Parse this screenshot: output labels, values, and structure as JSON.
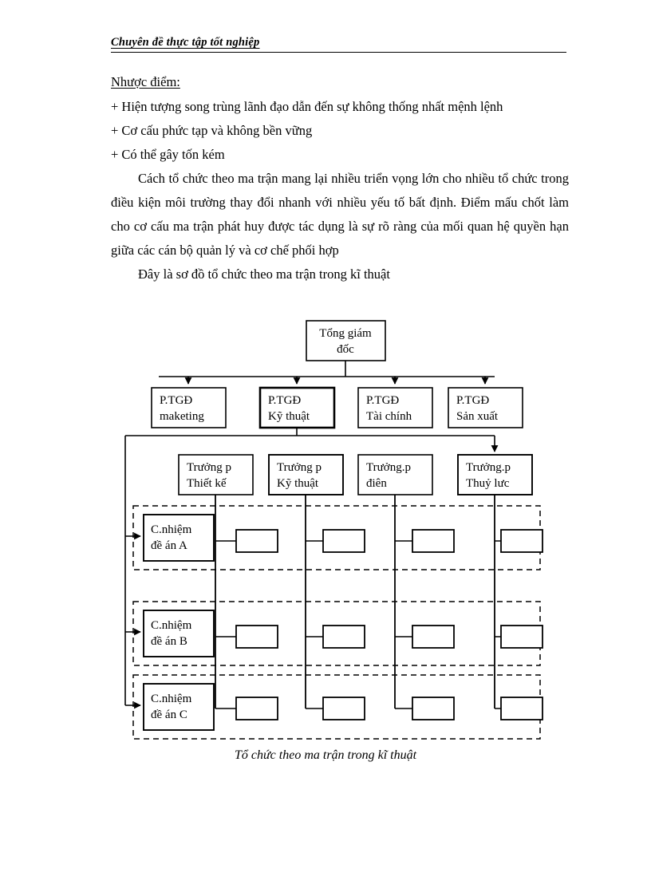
{
  "header": {
    "title": "Chuyên đề thực tập tốt nghiệp"
  },
  "body": {
    "subhead": "Nhược điểm:",
    "bullets": [
      "+ Hiện tượng song trùng lãnh đạo dẫn đến sự không thống nhất mệnh lệnh",
      "+ Cơ cấu phức tạp và không bền vững",
      "+ Có thể gây tốn kém"
    ],
    "paragraphs": [
      "Cách tổ chức theo ma trận mang lại nhiều triển vọng lớn cho nhiều tổ chức trong điều kiện môi trường thay đổi nhanh với nhiều yếu tố bất định. Điểm mấu chốt làm cho cơ cấu ma trận phát huy được tác dụng là sự rõ ràng của mối quan hệ quyền hạn giữa các cán bộ quản lý và cơ chế phối hợp",
      "Đây là sơ đồ tổ chức theo ma trận trong kĩ thuật"
    ]
  },
  "diagram": {
    "caption": "Tổ chức theo ma trận trong kĩ thuật",
    "root": {
      "line1": "Tổng giám",
      "line2": "đốc"
    },
    "vice_directors": [
      {
        "line1": "P.TGĐ",
        "line2": "maketing"
      },
      {
        "line1": "P.TGĐ",
        "line2": "Kỹ thuật"
      },
      {
        "line1": "P.TGĐ",
        "line2": "Tài chính"
      },
      {
        "line1": "P.TGĐ",
        "line2": "Sản xuất"
      }
    ],
    "department_heads": [
      {
        "line1": "Trưởng p",
        "line2": "Thiết kế"
      },
      {
        "line1": "Trưởng p",
        "line2": "Kỹ thuật"
      },
      {
        "line1": "Trưởng.p",
        "line2": "điên"
      },
      {
        "line1": "Trưởng.p",
        "line2": "Thuỷ lưc"
      }
    ],
    "projects": [
      {
        "line1": "C.nhiệm",
        "line2": "đề án A"
      },
      {
        "line1": "C.nhiệm",
        "line2": "đề án B"
      },
      {
        "line1": "C.nhiệm",
        "line2": "đề án C"
      }
    ],
    "cell_count_per_project": 4,
    "colors": {
      "line": "#000000",
      "box_fill": "#ffffff",
      "dashed_border": "#000000"
    }
  }
}
